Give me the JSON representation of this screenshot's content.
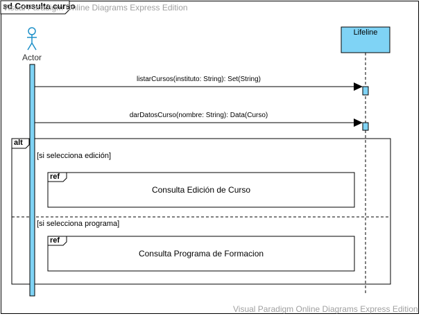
{
  "frame": {
    "label": "sd Consulta curso"
  },
  "watermark": {
    "top": "Visual Paradigm Online Diagrams Express Edition",
    "bottom": "Visual Paradigm Online Diagrams Express Edition"
  },
  "actor": {
    "label": "Actor"
  },
  "lifeline": {
    "label": "Lifeline"
  },
  "messages": [
    {
      "label": "listarCursos(instituto: String): Set(String)"
    },
    {
      "label": "darDatosCurso(nombre: String): Data(Curso)"
    }
  ],
  "alt": {
    "tag": "alt",
    "operands": [
      {
        "guard": "[si selecciona edición]",
        "ref_tag": "ref",
        "ref_text": "Consulta Edición de Curso"
      },
      {
        "guard": "[si selecciona programa]",
        "ref_tag": "ref",
        "ref_text": "Consulta Programa de Formacion"
      }
    ]
  },
  "colors": {
    "lifeline_fill": "#7fd3f5",
    "activation_fill": "#7fd3f5",
    "watermark": "#a0a0a0"
  }
}
